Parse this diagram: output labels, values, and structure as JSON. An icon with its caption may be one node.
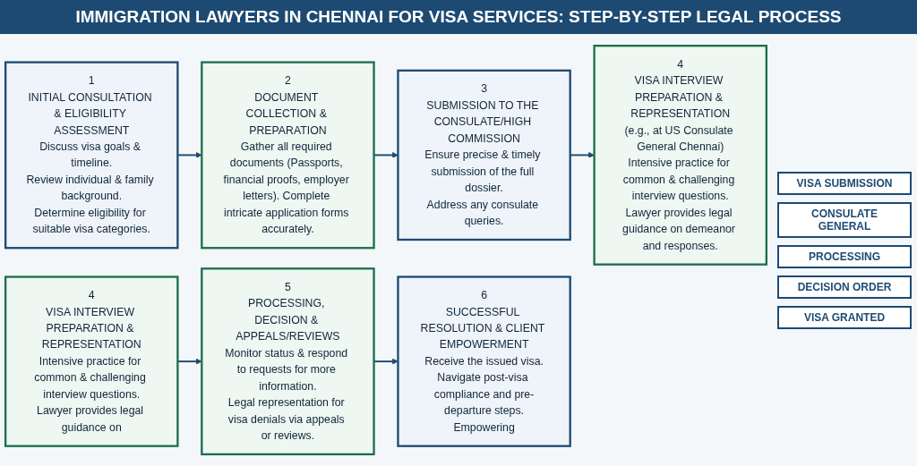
{
  "diagram": {
    "title": "IMMIGRATION LAWYERS IN CHENNAI FOR VISA SERVICES: STEP-BY-STEP LEGAL PROCESS",
    "nodes": [
      {
        "text": [
          "1",
          "INITIAL CONSULTATION & ELIGIBILITY ASSESSMENT",
          "Discuss visa goals & timeline.",
          "Review individual & family background.",
          "Determine eligibility for suitable visa categories."
        ]
      },
      {
        "text": [
          "2",
          "DOCUMENT COLLECTION & PREPARATION",
          "Gather all required documents (Passports, financial proofs, employer letters). Complete intricate application forms accurately."
        ]
      },
      {
        "text": [
          "3",
          "SUBMISSION TO THE CONSULATE/HIGH COMMISSION",
          "Ensure precise & timely submission of the full dossier.",
          "Address any consulate queries."
        ]
      },
      {
        "text": [
          "4",
          "VISA INTERVIEW PREPARATION & REPRESENTATION",
          "(e.g., at US Consulate General Chennai)",
          "Intensive practice for common & challenging interview questions.",
          "Lawyer provides legal guidance on demeanor and responses."
        ]
      },
      {
        "text": [
          "4",
          "VISA INTERVIEW PREPARATION & REPRESENTATION",
          "Intensive practice for common & challenging interview questions.",
          "Lawyer provides legal guidance on"
        ]
      },
      {
        "text": [
          "5",
          "PROCESSING, DECISION & APPEALS/REVIEWS",
          "Monitor status & respond to requests for more information.",
          "Legal representation for visa denials via appeals or reviews."
        ]
      },
      {
        "text": [
          "6",
          "SUCCESSFUL RESOLUTION & CLIENT EMPOWERMENT",
          "Receive the issued visa.",
          "Navigate post-visa compliance and pre-departure steps.",
          "Empowering"
        ]
      }
    ],
    "edges": [
      {
        "from": 0,
        "to": 1,
        "arrow": "to"
      },
      {
        "from": 1,
        "to": 2,
        "arrow": "to"
      },
      {
        "from": 2,
        "to": 3,
        "arrow": "to"
      },
      {
        "from": 4,
        "to": 5,
        "arrow": "to"
      },
      {
        "from": 5,
        "to": 6,
        "arrow": "to"
      }
    ],
    "labels": [
      "VISA SUBMISSION",
      "CONSULATE GENERAL",
      "PROCESSING",
      "DECISION ORDER",
      "VISA GRANTED"
    ]
  }
}
